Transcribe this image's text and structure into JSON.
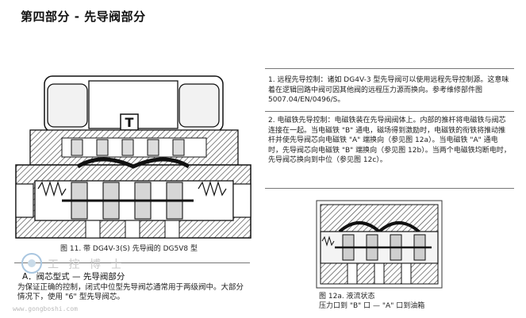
{
  "header": {
    "title": "第四部分 - 先导阀部分"
  },
  "col_right": {
    "para1": "1. 远程先导控制：诸如 DG4V-3 型先导阀可以使用远程先导控制源。这意味着在逻辑回路中阀可因其他阀的远程压力源而换向。参考维修部件图 5007.04/EN/0496/S。",
    "para2": "2. 电磁铁先导控制：电磁铁装在先导阀阀体上。内部的推杆将电磁铁与阀芯连接在一起。当电磁铁 \"B\" 通电，磁场得到激励时，电磁铁的衔铁将推动推杆并使先导阀芯向电磁铁 \"A\" 端换向（参见图 12a）。当电磁铁 \"A\" 通电时，先导阀芯向电磁铁 \"B\" 端换向（参见图 12b）。当两个电磁铁均断电时，先导阀芯换向到中位（参见图 12c）。"
  },
  "figure11": {
    "caption": "图 11. 带 DG4V-3(S) 先导阀的 DG5V8 型"
  },
  "figure12a": {
    "caption_line1": "图 12a. 液流状态",
    "caption_line2": "压力口到 \"B\" 口 — \"A\" 口到油箱"
  },
  "sectionA": {
    "title": "A．阀芯型式 — 先导阀部分",
    "body": "为保证正确的控制，闭式中位型先导阀芯通常用于两级阀中。大部分情况下，使用 \"6\" 型先导阀芯。"
  },
  "watermark": {
    "text": "工 控 博 士",
    "url": "www.gongboshi.com"
  }
}
